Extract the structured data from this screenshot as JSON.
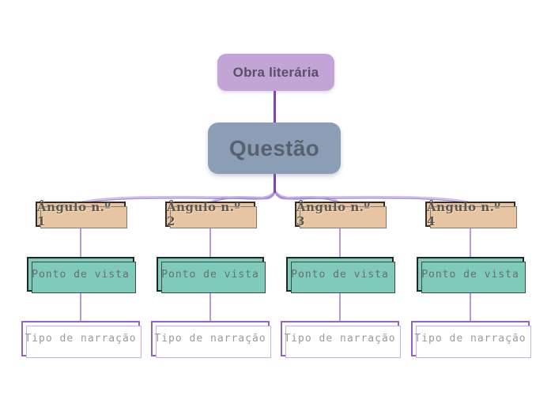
{
  "diagram": {
    "type": "mindmap",
    "root_node": {
      "label": "Obra literária"
    },
    "question_node": {
      "label": "Questão"
    },
    "columns": [
      {
        "angle": "Ângulo n.º 1",
        "point": "Ponto de vista",
        "narration": "Tipo de narração"
      },
      {
        "angle": "Ângulo n.º 2",
        "point": "Ponto de vista",
        "narration": "Tipo de narração"
      },
      {
        "angle": "Ângulo n.º 3",
        "point": "Ponto de vista",
        "narration": "Tipo de narração"
      },
      {
        "angle": "Ângulo n.º 4",
        "point": "Ponto de vista",
        "narration": "Tipo de narração"
      }
    ],
    "colors": {
      "root_fill": "#c3a4d7",
      "question_fill": "#8c9eb6",
      "angle_fill": "#e7c5a2",
      "point_fill": "#80cabb",
      "narration_fill": "#ffffff",
      "narration_border": "#9265bb",
      "connector_dark": "#8044ab",
      "connector_light": "#b49bdc",
      "background": "#ffffff"
    }
  }
}
